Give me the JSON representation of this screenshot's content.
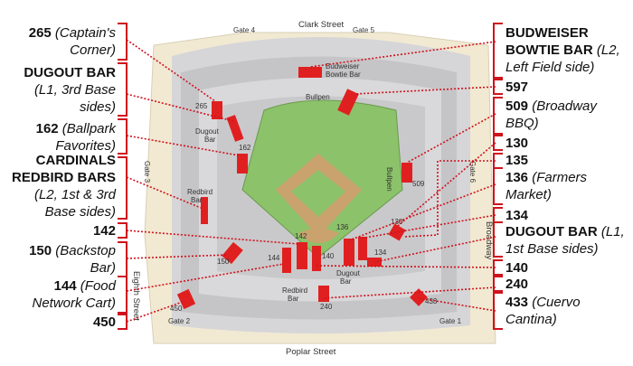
{
  "streets": {
    "north": "Clark Street",
    "south": "Poplar Street",
    "west": "Eighth Street",
    "east": "Broadway"
  },
  "gates": [
    "Gate 4",
    "Gate 5",
    "Gate 3",
    "Gate 6",
    "Gate 2",
    "Gate 1"
  ],
  "map_labels": {
    "bullpen_top": "Bullpen",
    "bullpen_right": "Bullpen",
    "bowtie_1": "Budweiser",
    "bowtie_2": "Bowtie Bar",
    "dugout_l_1": "Dugout",
    "dugout_l_2": "Bar",
    "redbird_l_1": "Redbird",
    "redbird_l_2": "Bar",
    "redbird_r_1": "Redbird",
    "redbird_r_2": "Bar",
    "dugout_r_1": "Dugout",
    "dugout_r_2": "Bar",
    "sec_265": "265",
    "sec_162": "162",
    "sec_509": "509",
    "sec_130": "130",
    "sec_136": "136",
    "sec_134": "134",
    "sec_142": "142",
    "sec_140": "140",
    "sec_144": "144",
    "sec_150": "150",
    "sec_240": "240",
    "sec_433": "433",
    "sec_450": "450"
  },
  "callouts_left": [
    {
      "bold": "265",
      "italic": " (Captain's",
      "line2": "Corner)"
    },
    {
      "bold": "DUGOUT BAR",
      "line2": "(L1, 3rd Base",
      "line3": "sides)"
    },
    {
      "bold": "162",
      "italic": " (Ballpark",
      "line2": "Favorites)"
    },
    {
      "bold": "CARDINALS",
      "line2b": "REDBIRD BARS",
      "line3": "(L2, 1st & 3rd",
      "line4": "Base sides)"
    },
    {
      "bold": "142"
    },
    {
      "bold": "150",
      "italic": " (Backstop",
      "line2": "Bar)"
    },
    {
      "bold": "144",
      "italic": " (Food",
      "line2": "Network Cart)"
    },
    {
      "bold": "450"
    }
  ],
  "callouts_right": [
    {
      "bold": "BUDWEISER",
      "line2b": "BOWTIE BAR",
      "italic2": " (L2,",
      "line3": "Left Field side)"
    },
    {
      "bold": "597"
    },
    {
      "bold": "509",
      "italic": " (Broadway",
      "line2": "BBQ)"
    },
    {
      "bold": "130"
    },
    {
      "bold": "135"
    },
    {
      "bold": "136",
      "italic": " (Farmers",
      "line2": "Market)"
    },
    {
      "bold": "134"
    },
    {
      "bold": "DUGOUT BAR",
      "italic": " (L1,",
      "line2": "1st Base sides)"
    },
    {
      "bold": "140"
    },
    {
      "bold": "240"
    },
    {
      "bold": "433",
      "italic": " (Cuervo",
      "line2": "Cantina)"
    }
  ],
  "colors": {
    "highlight": "#e02020",
    "seats": "#c9c9cb",
    "grass": "#8cc26a",
    "dirt": "#c9a26e",
    "ground": "#f1e9d2",
    "bracket": "#d0121c"
  }
}
